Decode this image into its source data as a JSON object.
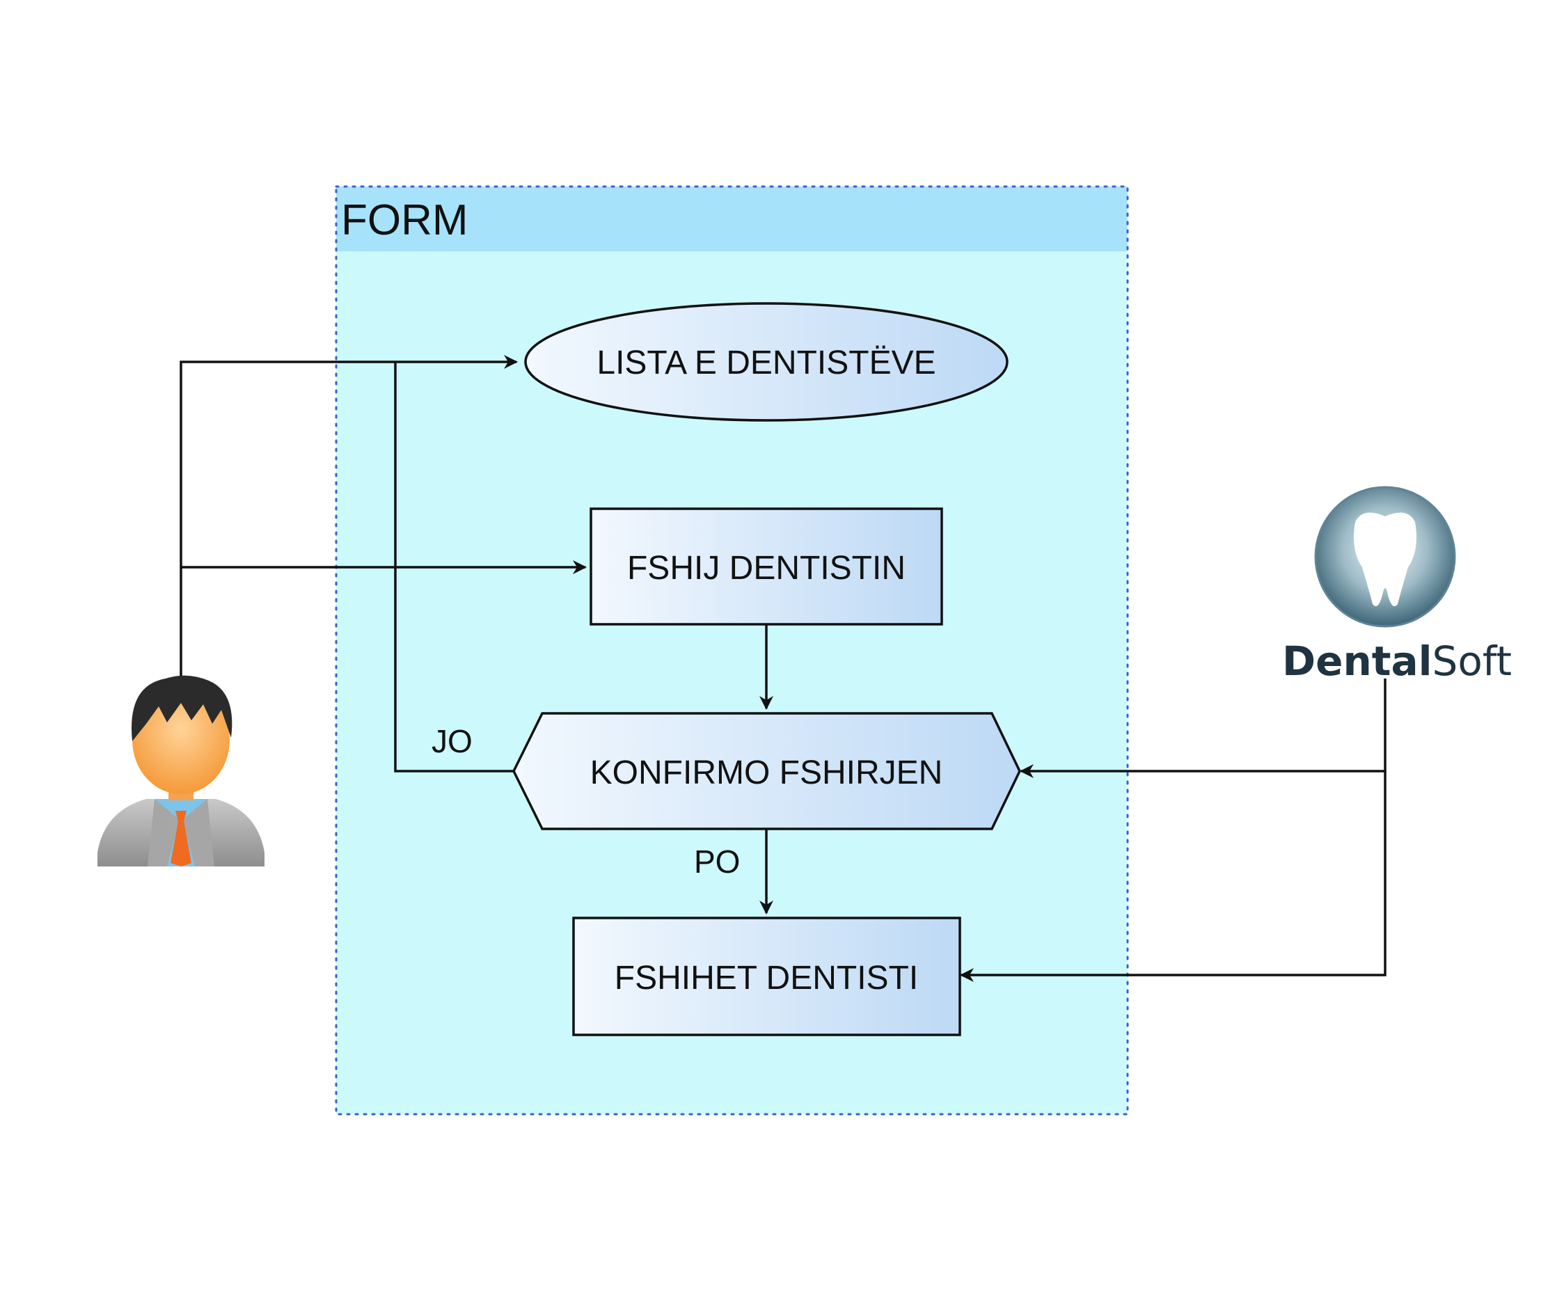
{
  "container": {
    "title": "FORM",
    "header_color": "#a6e3fb",
    "body_color": "#ccf9fc",
    "border_color": "#3a5fcd"
  },
  "nodes": {
    "list": "LISTA E DENTISTËVE",
    "delete": "FSHIJ DENTISTIN",
    "confirm": "KONFIRMO FSHIRJEN",
    "deleted": "FSHIHET DENTISTI"
  },
  "edges": {
    "no_label": "JO",
    "yes_label": "PO"
  },
  "actors": {
    "user": {
      "icon": "user-avatar-icon"
    },
    "system": {
      "icon": "tooth-logo-icon",
      "brand_bold": "Dental",
      "brand_light": "Soft"
    }
  },
  "colors": {
    "node_gradient_start": "#f2f8fe",
    "node_gradient_end": "#bdd9f5",
    "stroke": "#111111"
  }
}
